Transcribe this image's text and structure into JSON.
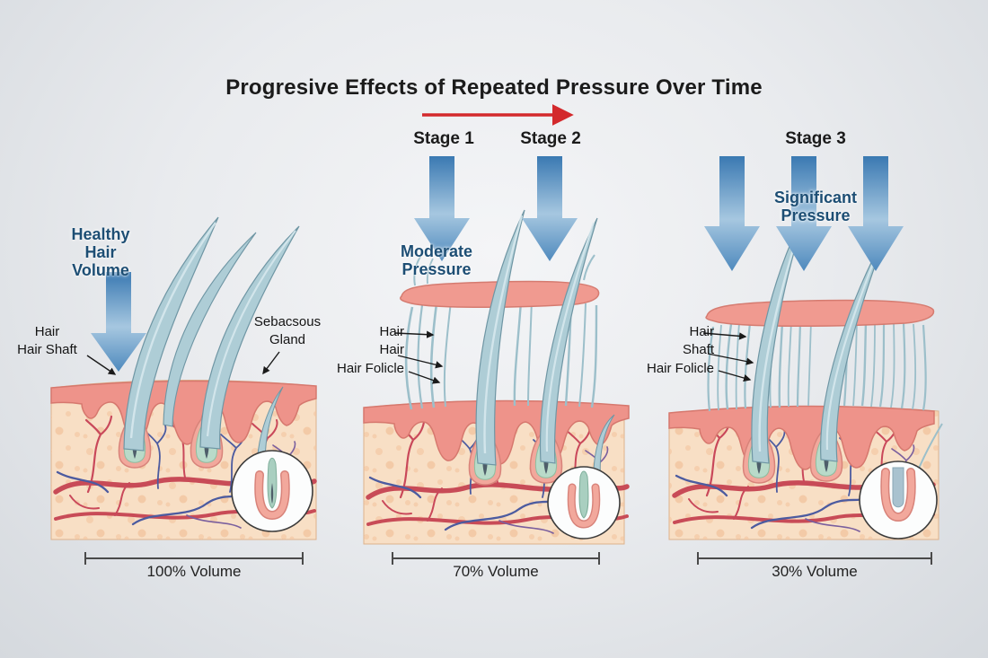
{
  "title": "Progresive Effects of Repeated Pressure Over Time",
  "timeline": {
    "stage1": "Stage 1",
    "stage2": "Stage 2",
    "stage3": "Stage 3"
  },
  "panel_healthy": {
    "heading": "Healthy\nHair\nVolume",
    "label_hair_shaft": "Hair\nHair Shaft",
    "label_sebaceous": "Sebacsous\nGland",
    "volume": "100% Volume"
  },
  "panel_moderate": {
    "heading": "Moderate\nPressure",
    "labels": "Hair\nHair\nHair Folicle",
    "volume": "70% Volume"
  },
  "panel_significant": {
    "heading": "Significant\nPressure",
    "labels": "Hair\nShaft\nHair Folicle",
    "volume": "30% Volume"
  },
  "colors": {
    "heading_blue": "#1d4e74",
    "pressure_arrow_top": "#3a79b2",
    "pressure_arrow_light": "#a6c7e0",
    "timeline_arrow_red": "#d3292c",
    "epidermis_pink": "#ee938a",
    "dermis_peach": "#f8dfc5",
    "hair_teal": "#aecdd6",
    "vessel_red": "#c84b57",
    "vessel_blue": "#4c5ba0"
  }
}
